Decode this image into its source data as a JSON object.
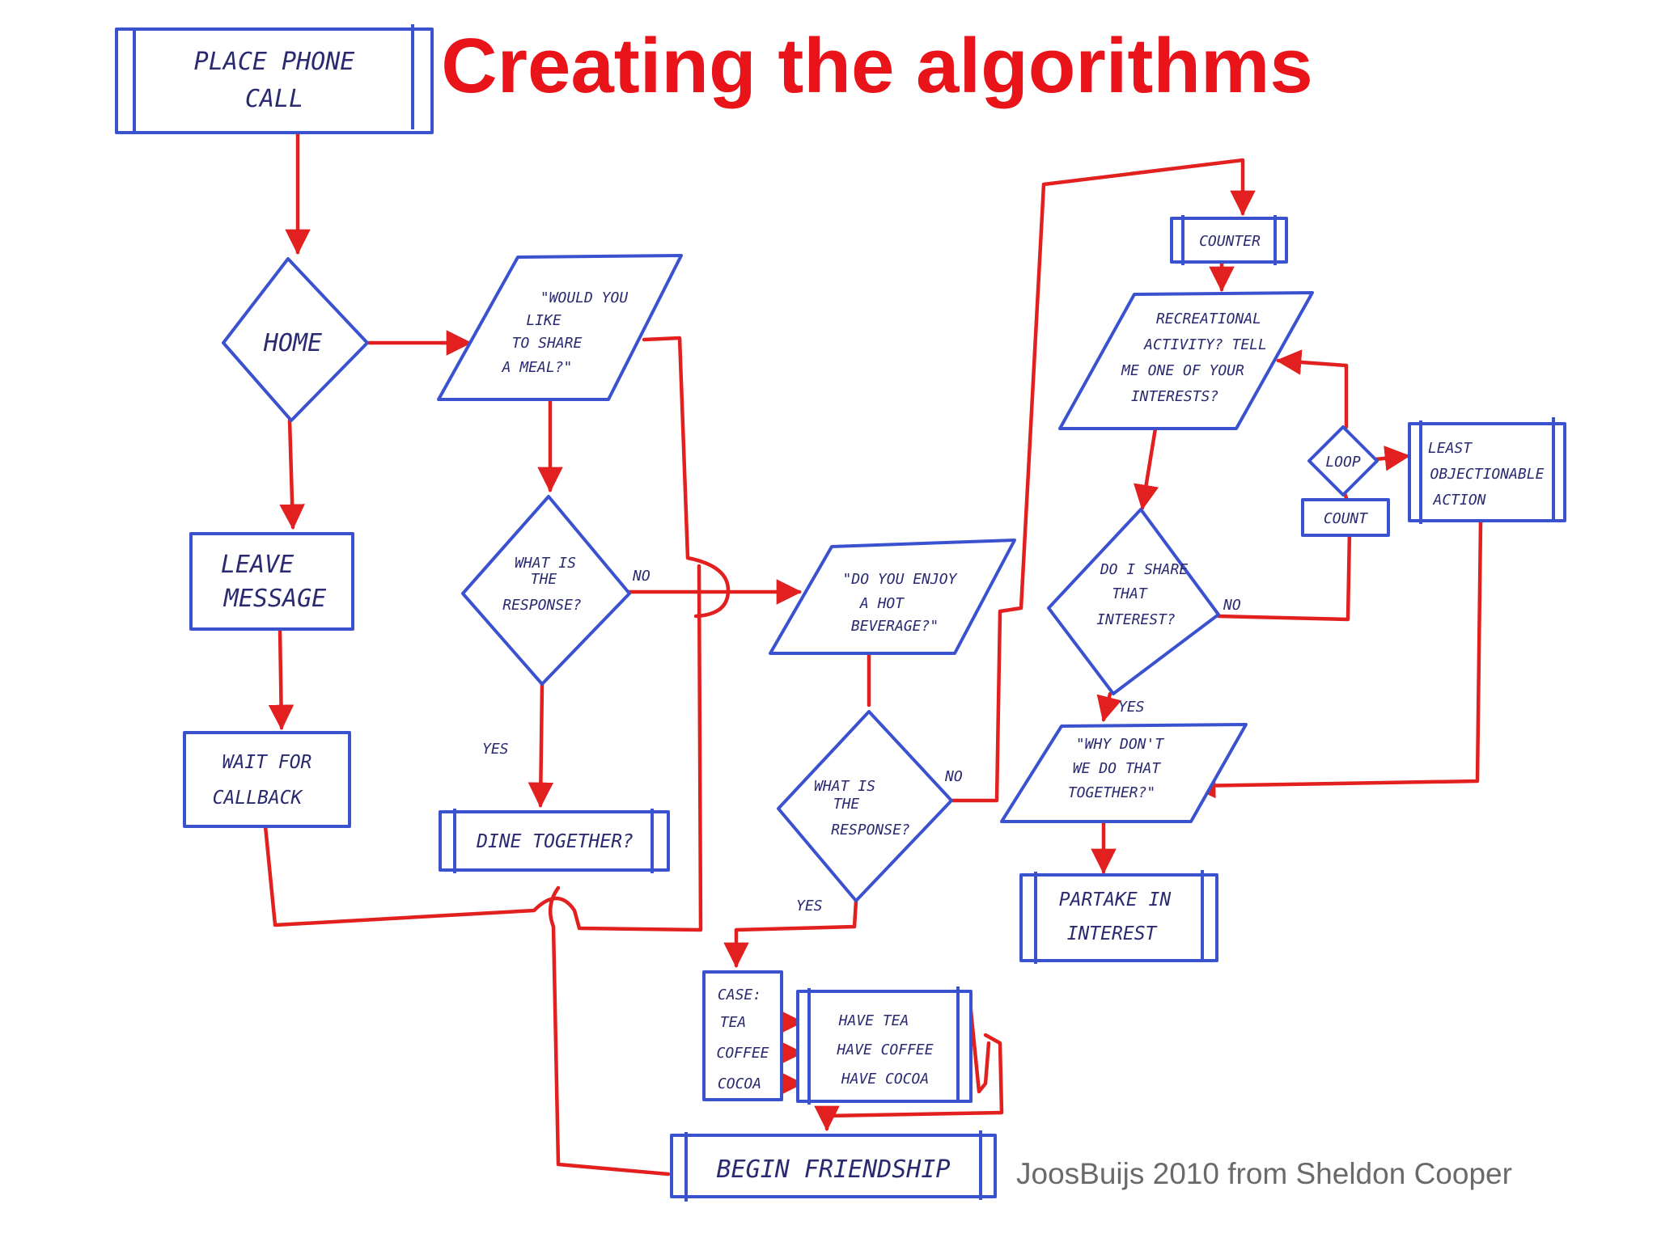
{
  "title": "Creating the algorithms",
  "credit": "JoosBuijs 2010 from Sheldon Cooper",
  "colors": {
    "title": "#e8141a",
    "shape_stroke": "#3b52cf",
    "arrow": "#e32020",
    "credit": "#6a6a6a"
  },
  "nodes": {
    "place_call": {
      "lines": [
        "PLACE PHONE",
        "CALL"
      ]
    },
    "home": {
      "lines": [
        "HOME"
      ]
    },
    "leave_message": {
      "lines": [
        "LEAVE",
        "MESSAGE"
      ]
    },
    "wait_callback": {
      "lines": [
        "WAIT FOR",
        "CALLBACK"
      ]
    },
    "share_meal": {
      "lines": [
        "\"WOULD YOU",
        "LIKE",
        "TO SHARE",
        "A MEAL?\""
      ]
    },
    "response1": {
      "lines": [
        "WHAT IS",
        "THE",
        "RESPONSE?"
      ]
    },
    "dine": {
      "lines": [
        "DINE TOGETHER?"
      ]
    },
    "hot_beverage": {
      "lines": [
        "\"DO YOU ENJOY",
        "A HOT",
        "BEVERAGE?\""
      ]
    },
    "response2": {
      "lines": [
        "WHAT IS",
        "THE",
        "RESPONSE?"
      ]
    },
    "case": {
      "lines": [
        "CASE:",
        "TEA",
        "COFFEE",
        "COCOA"
      ]
    },
    "have": {
      "lines": [
        "HAVE TEA",
        "HAVE COFFEE",
        "HAVE COCOA"
      ]
    },
    "begin_friendship": {
      "lines": [
        "BEGIN FRIENDSHIP"
      ]
    },
    "counter": {
      "lines": [
        "COUNTER"
      ]
    },
    "recreational": {
      "lines": [
        "RECREATIONAL",
        "ACTIVITY? TELL",
        "ME ONE OF YOUR",
        "INTERESTS?"
      ]
    },
    "share_interest": {
      "lines": [
        "DO I SHARE",
        "THAT",
        "INTEREST?"
      ]
    },
    "loop": {
      "lines": [
        "LOOP"
      ]
    },
    "count": {
      "lines": [
        "COUNT"
      ]
    },
    "least_objectionable": {
      "lines": [
        "LEAST",
        "OBJECTIONABLE",
        "ACTION"
      ]
    },
    "why_dont": {
      "lines": [
        "\"WHY DON'T",
        "WE DO THAT",
        "TOGETHER?\""
      ]
    },
    "partake": {
      "lines": [
        "PARTAKE IN",
        "INTEREST"
      ]
    }
  },
  "edge_labels": {
    "no1": "NO",
    "yes1": "YES",
    "no2": "NO",
    "yes2": "YES",
    "no3": "NO",
    "yes3": "YES"
  }
}
